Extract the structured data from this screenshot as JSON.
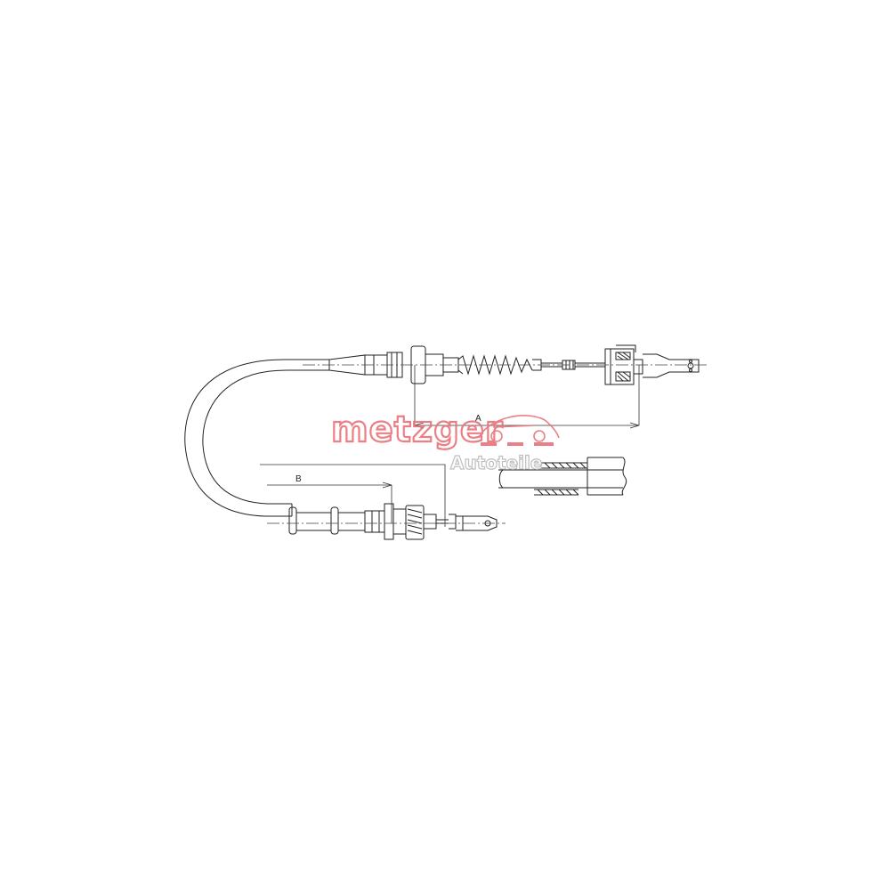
{
  "watermark": {
    "brand": "metzger",
    "sub": "Autoteile",
    "brand_color": "#e8737a",
    "sub_color": "#b8b8b8"
  },
  "dimensions": {
    "a_label": "A",
    "b_label": "B"
  },
  "colors": {
    "line": "#222222",
    "background": "#ffffff"
  }
}
